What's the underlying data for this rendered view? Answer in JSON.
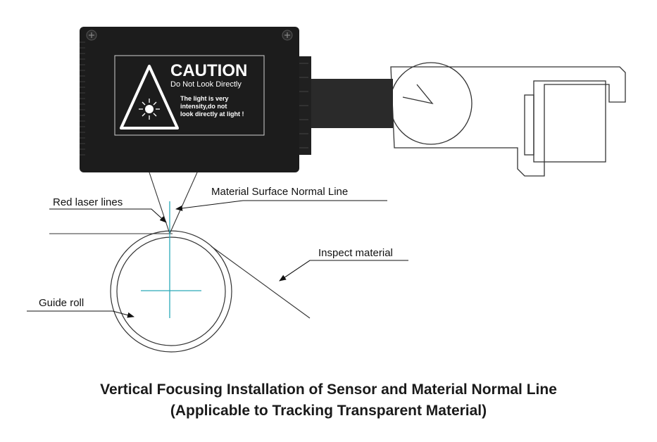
{
  "device": {
    "warning": {
      "title": "CAUTION",
      "subtitle": "Do Not Look Directly",
      "body_lines": [
        "The light is very",
        "intensity,do not",
        "look directly at light !"
      ]
    }
  },
  "labels": {
    "red_laser_lines": "Red laser lines",
    "normal_line": "Material Surface Normal Line",
    "inspect_material": "Inspect material",
    "guide_roll": "Guide roll"
  },
  "caption": {
    "line1": "Vertical Focusing Installation of Sensor and Material Normal Line",
    "line2": "(Applicable to Tracking Transparent Material)"
  },
  "colors": {
    "sensor_body": "#1c1c1c",
    "normal_line": "#2aa9b8",
    "outline": "#333333"
  },
  "icons": [
    "laser-warning-icon",
    "screw-icon"
  ]
}
